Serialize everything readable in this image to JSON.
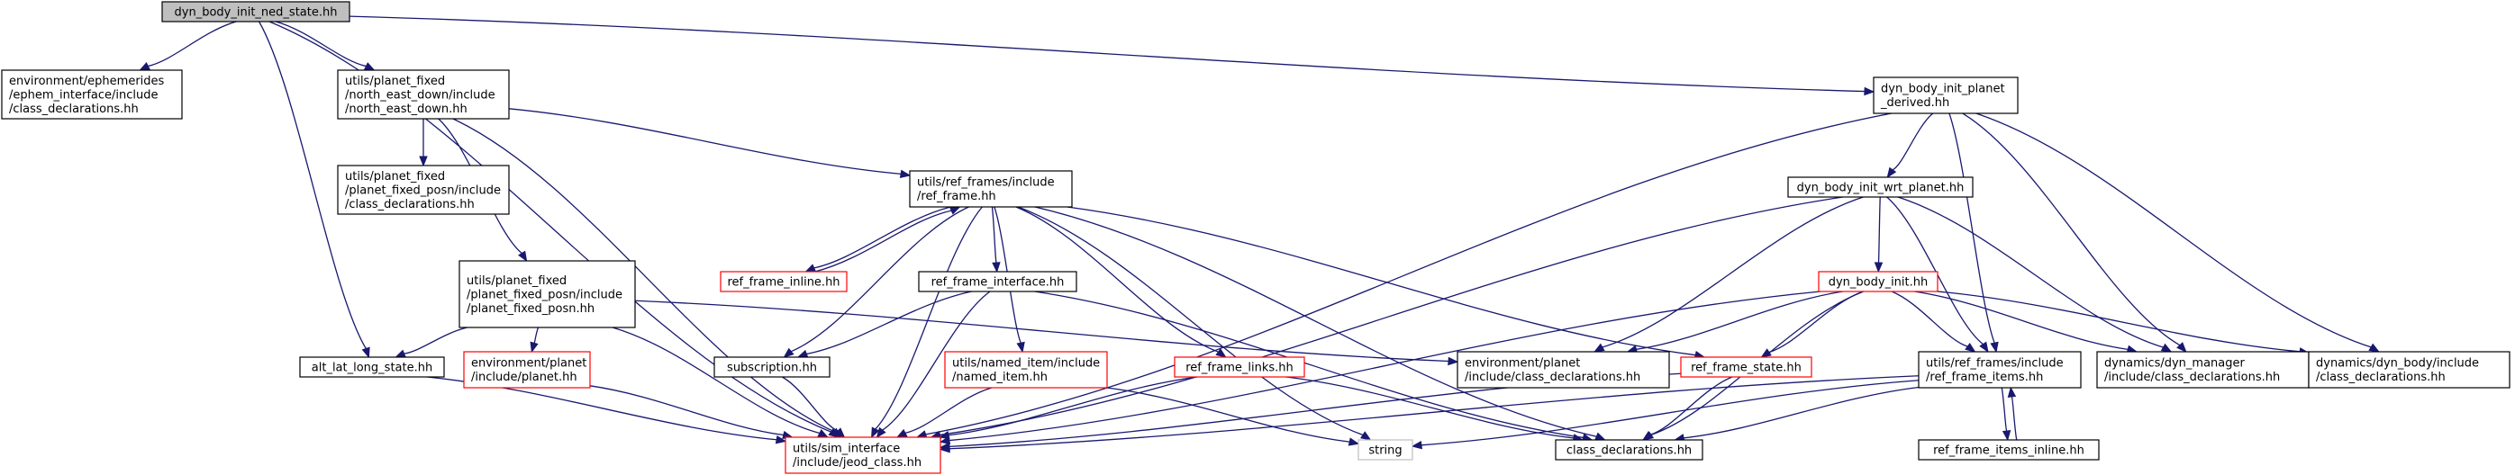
{
  "colors": {
    "edge": "#191970",
    "root_fill": "#bfbfbf",
    "border_normal": "#000000",
    "border_missing": "#ff0000",
    "border_plain": "#bfbfbf"
  },
  "nodes": {
    "n_root": {
      "lines": [
        "dyn_body_init_ned_state.hh"
      ],
      "style": "root"
    },
    "n_ephem": {
      "lines": [
        "environment/ephemerides",
        "/ephem_interface/include",
        "/class_declarations.hh"
      ],
      "style": "normal"
    },
    "n_ned": {
      "lines": [
        "utils/planet_fixed",
        "/north_east_down/include",
        "/north_east_down.hh"
      ],
      "style": "normal"
    },
    "n_pfp_cd": {
      "lines": [
        "utils/planet_fixed",
        "/planet_fixed_posn/include",
        "/class_declarations.hh"
      ],
      "style": "normal"
    },
    "n_pfp": {
      "lines": [
        "utils/planet_fixed",
        "/planet_fixed_posn/include",
        "/planet_fixed_posn.hh"
      ],
      "style": "normal"
    },
    "n_alt": {
      "lines": [
        "alt_lat_long_state.hh"
      ],
      "style": "normal"
    },
    "n_planet": {
      "lines": [
        "environment/planet",
        "/include/planet.hh"
      ],
      "style": "missing"
    },
    "n_jeod": {
      "lines": [
        "utils/sim_interface",
        "/include/jeod_class.hh"
      ],
      "style": "missing"
    },
    "n_rf": {
      "lines": [
        "utils/ref_frames/include",
        "/ref_frame.hh"
      ],
      "style": "normal"
    },
    "n_rfinline": {
      "lines": [
        "ref_frame_inline.hh"
      ],
      "style": "missing"
    },
    "n_rfiface": {
      "lines": [
        "ref_frame_interface.hh"
      ],
      "style": "normal"
    },
    "n_sub": {
      "lines": [
        "subscription.hh"
      ],
      "style": "normal"
    },
    "n_named": {
      "lines": [
        "utils/named_item/include",
        "/named_item.hh"
      ],
      "style": "missing"
    },
    "n_links": {
      "lines": [
        "ref_frame_links.hh"
      ],
      "style": "missing"
    },
    "n_string": {
      "lines": [
        "string"
      ],
      "style": "plain"
    },
    "n_envcd": {
      "lines": [
        "environment/planet",
        "/include/class_declarations.hh"
      ],
      "style": "normal"
    },
    "n_rfstate": {
      "lines": [
        "ref_frame_state.hh"
      ],
      "style": "missing"
    },
    "n_cd": {
      "lines": [
        "class_declarations.hh"
      ],
      "style": "normal"
    },
    "n_pd": {
      "lines": [
        "dyn_body_init_planet",
        "_derived.hh"
      ],
      "style": "normal"
    },
    "n_wrt": {
      "lines": [
        "dyn_body_init_wrt_planet.hh"
      ],
      "style": "normal"
    },
    "n_init": {
      "lines": [
        "dyn_body_init.hh"
      ],
      "style": "missing"
    },
    "n_rfitems": {
      "lines": [
        "utils/ref_frames/include",
        "/ref_frame_items.hh"
      ],
      "style": "normal"
    },
    "n_rfitemsinl": {
      "lines": [
        "ref_frame_items_inline.hh"
      ],
      "style": "normal"
    },
    "n_dynmgr": {
      "lines": [
        "dynamics/dyn_manager",
        "/include/class_declarations.hh"
      ],
      "style": "normal"
    },
    "n_dynbody": {
      "lines": [
        "dynamics/dyn_body/include",
        "/class_declarations.hh"
      ],
      "style": "normal"
    }
  },
  "edges": [
    [
      "n_root",
      "n_ephem"
    ],
    [
      "n_root",
      "n_ned"
    ],
    [
      "n_root",
      "n_alt"
    ],
    [
      "n_root",
      "n_jeod"
    ],
    [
      "n_root",
      "n_pd"
    ],
    [
      "n_ned",
      "n_pfp_cd"
    ],
    [
      "n_ned",
      "n_pfp"
    ],
    [
      "n_ned",
      "n_jeod"
    ],
    [
      "n_ned",
      "n_rf"
    ],
    [
      "n_pfp",
      "n_alt"
    ],
    [
      "n_pfp",
      "n_planet"
    ],
    [
      "n_pfp",
      "n_jeod"
    ],
    [
      "n_pfp",
      "n_envcd"
    ],
    [
      "n_alt",
      "n_jeod"
    ],
    [
      "n_planet",
      "n_jeod"
    ],
    [
      "n_rf",
      "n_rfinline"
    ],
    [
      "n_rfinline",
      "n_rf"
    ],
    [
      "n_rf",
      "n_rfiface"
    ],
    [
      "n_rf",
      "n_sub"
    ],
    [
      "n_rf",
      "n_named"
    ],
    [
      "n_rf",
      "n_links"
    ],
    [
      "n_rf",
      "n_string"
    ],
    [
      "n_rf",
      "n_rfstate"
    ],
    [
      "n_rf",
      "n_cd"
    ],
    [
      "n_rf",
      "n_jeod"
    ],
    [
      "n_rfiface",
      "n_sub"
    ],
    [
      "n_rfiface",
      "n_jeod"
    ],
    [
      "n_rfiface",
      "n_cd"
    ],
    [
      "n_sub",
      "n_jeod"
    ],
    [
      "n_named",
      "n_jeod"
    ],
    [
      "n_named",
      "n_string"
    ],
    [
      "n_links",
      "n_jeod"
    ],
    [
      "n_links",
      "n_cd"
    ],
    [
      "n_rfstate",
      "n_jeod"
    ],
    [
      "n_rfstate",
      "n_cd"
    ],
    [
      "n_pd",
      "n_wrt"
    ],
    [
      "n_pd",
      "n_rfitems"
    ],
    [
      "n_pd",
      "n_dynmgr"
    ],
    [
      "n_pd",
      "n_dynbody"
    ],
    [
      "n_pd",
      "n_jeod"
    ],
    [
      "n_wrt",
      "n_init"
    ],
    [
      "n_wrt",
      "n_rfitems"
    ],
    [
      "n_wrt",
      "n_dynmgr"
    ],
    [
      "n_wrt",
      "n_envcd"
    ],
    [
      "n_wrt",
      "n_jeod"
    ],
    [
      "n_init",
      "n_envcd"
    ],
    [
      "n_init",
      "n_rfstate"
    ],
    [
      "n_init",
      "n_rfitems"
    ],
    [
      "n_init",
      "n_dynmgr"
    ],
    [
      "n_init",
      "n_dynbody"
    ],
    [
      "n_init",
      "n_jeod"
    ],
    [
      "n_init",
      "n_cd"
    ],
    [
      "n_rfitems",
      "n_rfitemsinl"
    ],
    [
      "n_rfitemsinl",
      "n_rfitems"
    ],
    [
      "n_rfitems",
      "n_string"
    ],
    [
      "n_rfitems",
      "n_jeod"
    ],
    [
      "n_rfitems",
      "n_cd"
    ]
  ]
}
